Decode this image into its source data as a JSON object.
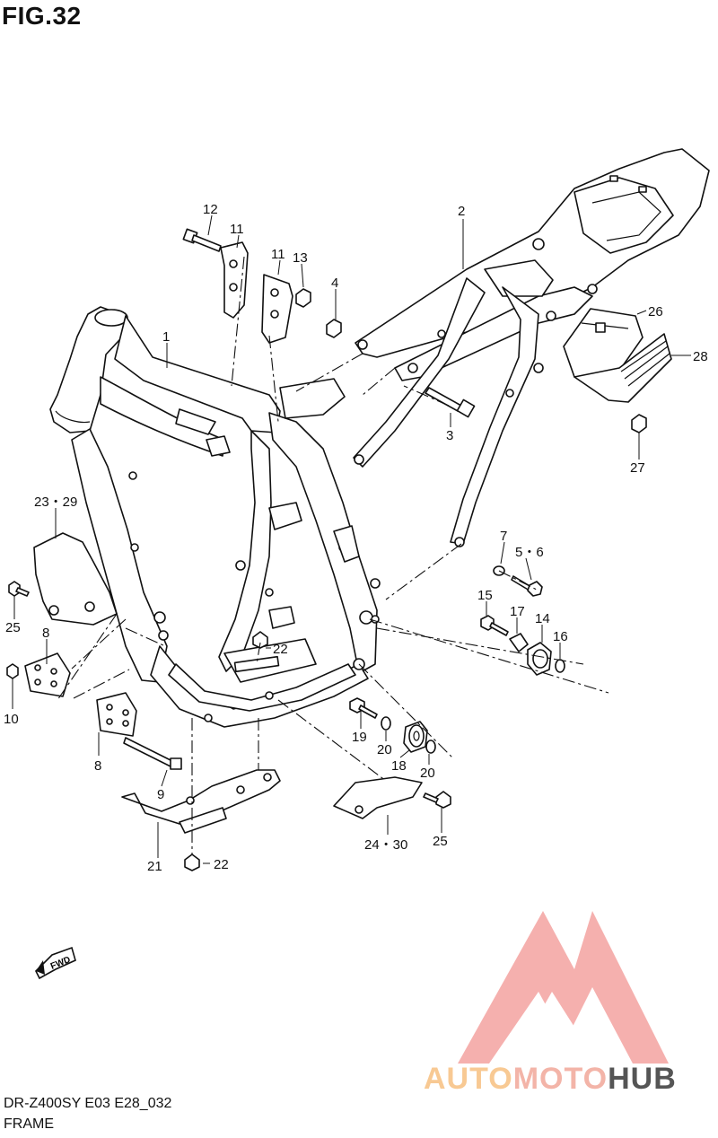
{
  "figure": {
    "title": "FIG.32",
    "model_code": "DR-Z400SY E03 E28_032",
    "caption": "FRAME"
  },
  "direction_marker": "FWD",
  "watermark": {
    "part1": "AUTO",
    "part2": "MOTO",
    "part3": "HUB",
    "colors": {
      "part1": "#f8c993",
      "part2": "#f3b4a8",
      "part3": "#555555",
      "logo": "#f4a3a0"
    }
  },
  "callouts": {
    "c1": "1",
    "c2": "2",
    "c3": "3",
    "c4": "4",
    "c5_6": "5・6",
    "c7": "7",
    "c8a": "8",
    "c8b": "8",
    "c9": "9",
    "c10": "10",
    "c11a": "11",
    "c11b": "11",
    "c12": "12",
    "c13": "13",
    "c14": "14",
    "c15": "15",
    "c16": "16",
    "c17": "17",
    "c18": "18",
    "c19": "19",
    "c20a": "20",
    "c20b": "20",
    "c21": "21",
    "c22a": "22",
    "c22b": "22",
    "c23_29": "23・29",
    "c24_30": "24・30",
    "c25a": "25",
    "c25b": "25",
    "c26": "26",
    "c27": "27",
    "c28": "28"
  }
}
